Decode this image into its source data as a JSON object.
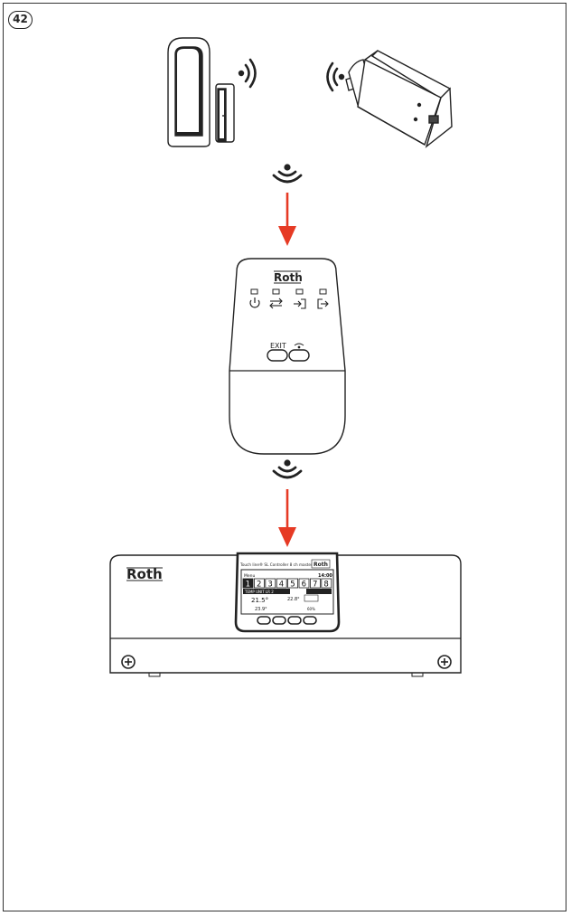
{
  "figure_number": "42",
  "brand": "Roth",
  "arrow_color": "#e63a24",
  "gateway": {
    "button_exit_label": "EXIT"
  },
  "controller": {
    "screen_title": "Touch line® SL Controller 8 ch master",
    "lcd": {
      "menu": "Menu",
      "time": "14:00",
      "channels": [
        "1",
        "2",
        "3",
        "4",
        "5",
        "6",
        "7",
        "8"
      ],
      "mode_label": "TEMP UNIT LR 2",
      "set_temp": "21.5°",
      "measured_temp": "22.8°",
      "floor_temp": "23.9°",
      "humidity": "60%"
    }
  }
}
